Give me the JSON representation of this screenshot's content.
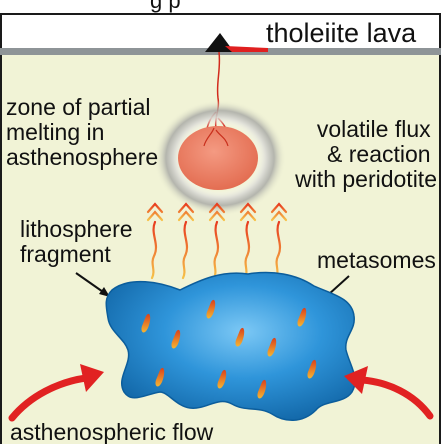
{
  "header": {
    "title_fragment": "g   p"
  },
  "labels": {
    "lava": "tholeiite lava",
    "melt_zone": [
      "zone of partial",
      "melting in",
      "asthenosphere"
    ],
    "volatile": [
      "volatile flux",
      "& reaction",
      "with peridotite"
    ],
    "fragment": [
      "lithosphere",
      "fragment"
    ],
    "metasomes": "metasomes",
    "flow": "asthenospheric flow"
  },
  "colors": {
    "background": "#f1f3d6",
    "crust_line": "#8e9497",
    "melt": "#ec7a62",
    "fragment_dark": "#0f6fb3",
    "fragment_light": "#3aa3e6",
    "arrow_red": "#e12222",
    "flux_orange": "#f0a52a",
    "metasome": "#e25b2a"
  }
}
